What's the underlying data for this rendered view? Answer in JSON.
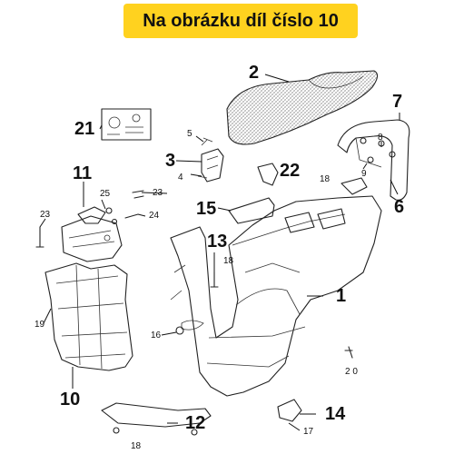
{
  "header": {
    "title": "Na obrázku díl číslo 10",
    "color": "#ffd21f"
  },
  "callouts": [
    {
      "id": "1",
      "label": "1"
    },
    {
      "id": "2",
      "label": "2"
    },
    {
      "id": "3",
      "label": "3"
    },
    {
      "id": "4",
      "label": "4"
    },
    {
      "id": "5",
      "label": "5"
    },
    {
      "id": "6",
      "label": "6"
    },
    {
      "id": "7",
      "label": "7"
    },
    {
      "id": "8",
      "label": "8"
    },
    {
      "id": "9",
      "label": "9"
    },
    {
      "id": "10",
      "label": "10"
    },
    {
      "id": "11",
      "label": "11"
    },
    {
      "id": "12",
      "label": "12"
    },
    {
      "id": "13",
      "label": "13"
    },
    {
      "id": "14",
      "label": "14"
    },
    {
      "id": "15",
      "label": "15"
    },
    {
      "id": "16",
      "label": "16"
    },
    {
      "id": "17",
      "label": "17"
    },
    {
      "id": "18a",
      "label": "18"
    },
    {
      "id": "18b",
      "label": "18"
    },
    {
      "id": "18c",
      "label": "18"
    },
    {
      "id": "19",
      "label": "19"
    },
    {
      "id": "20",
      "label": "2 0"
    },
    {
      "id": "21",
      "label": "21"
    },
    {
      "id": "22",
      "label": "22"
    },
    {
      "id": "23a",
      "label": "23"
    },
    {
      "id": "23b",
      "label": "23"
    },
    {
      "id": "24",
      "label": "24"
    },
    {
      "id": "25",
      "label": "25"
    }
  ]
}
